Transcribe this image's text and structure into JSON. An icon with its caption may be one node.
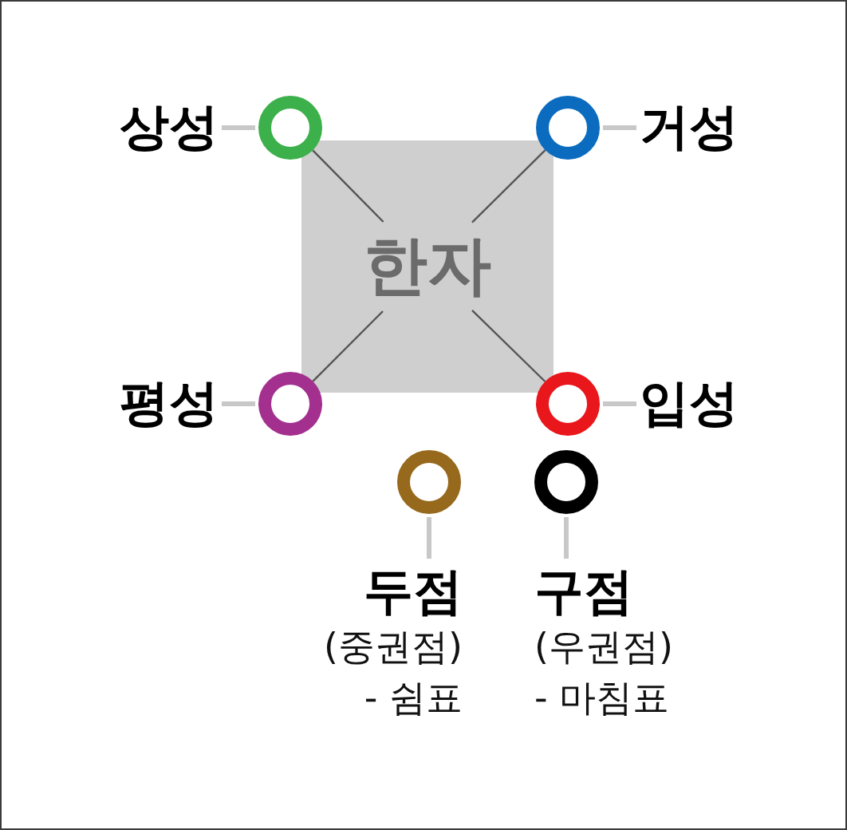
{
  "diagram": {
    "nodes": [
      {
        "text": [
          "상성"
        ]
      },
      {
        "text": [],
        "shape": "circle"
      },
      {
        "text": [],
        "shape": "circle"
      },
      {
        "text": [
          "거성"
        ]
      },
      {
        "text": [
          "한자"
        ]
      },
      {
        "text": [
          "평성"
        ]
      },
      {
        "text": [],
        "shape": "circle"
      },
      {
        "text": [],
        "shape": "circle"
      },
      {
        "text": [
          "입성"
        ]
      },
      {
        "text": [],
        "shape": "circle"
      },
      {
        "text": [],
        "shape": "circle"
      },
      {
        "text": [
          "두점",
          "(중권점)",
          "- 쉼표"
        ]
      },
      {
        "text": [
          "구점",
          "(우권점)",
          "- 마침표"
        ]
      }
    ],
    "edges": [
      {
        "from": 0,
        "to": 1,
        "arrow": "none"
      },
      {
        "from": 3,
        "to": 2,
        "arrow": "none"
      },
      {
        "from": 5,
        "to": 6,
        "arrow": "none"
      },
      {
        "from": 8,
        "to": 7,
        "arrow": "none"
      },
      {
        "from": 1,
        "to": 4,
        "arrow": "none",
        "color": "#555555"
      },
      {
        "from": 2,
        "to": 4,
        "arrow": "none",
        "color": "#555555"
      },
      {
        "from": 6,
        "to": 4,
        "arrow": "none",
        "color": "#555555"
      },
      {
        "from": 7,
        "to": 4,
        "arrow": "none",
        "color": "#555555"
      },
      {
        "from": 11,
        "to": 9,
        "arrow": "none"
      },
      {
        "from": 12,
        "to": 10,
        "arrow": "none"
      }
    ]
  }
}
